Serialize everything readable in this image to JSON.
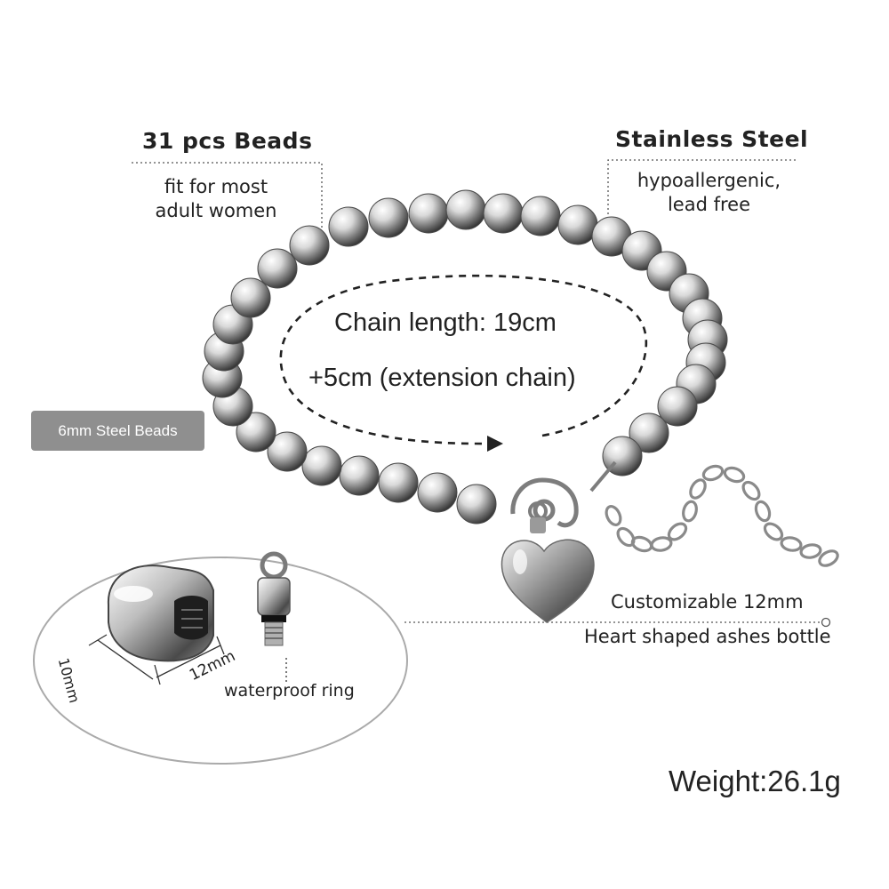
{
  "labels": {
    "beads_title": "31 pcs Beads",
    "beads_subtitle": "fit for most adult women",
    "steel_title": "Stainless Steel",
    "steel_subtitle": "hypoallergenic, lead free",
    "chain_length": "Chain length: 19cm",
    "extension": "+5cm (extension chain)",
    "beads_badge": "6mm Steel Beads",
    "customizable": "Customizable 12mm",
    "heart_bottle": "Heart shaped ashes bottle",
    "waterproof": "waterproof ring",
    "dim_length": "12mm",
    "dim_height": "10mm",
    "weight": "Weight:26.1g"
  },
  "colors": {
    "badge_background": "#8f8f8f",
    "steel_highlight": "#ffffff",
    "steel_shadow": "#3a3a3a",
    "leader_line": "#555555"
  },
  "icons": {
    "bead": "steel-bead-sphere",
    "heart": "heart-urn-pendant",
    "clasp": "lobster-clasp",
    "extension_chain": "chain-links",
    "screw": "screw-cap"
  }
}
